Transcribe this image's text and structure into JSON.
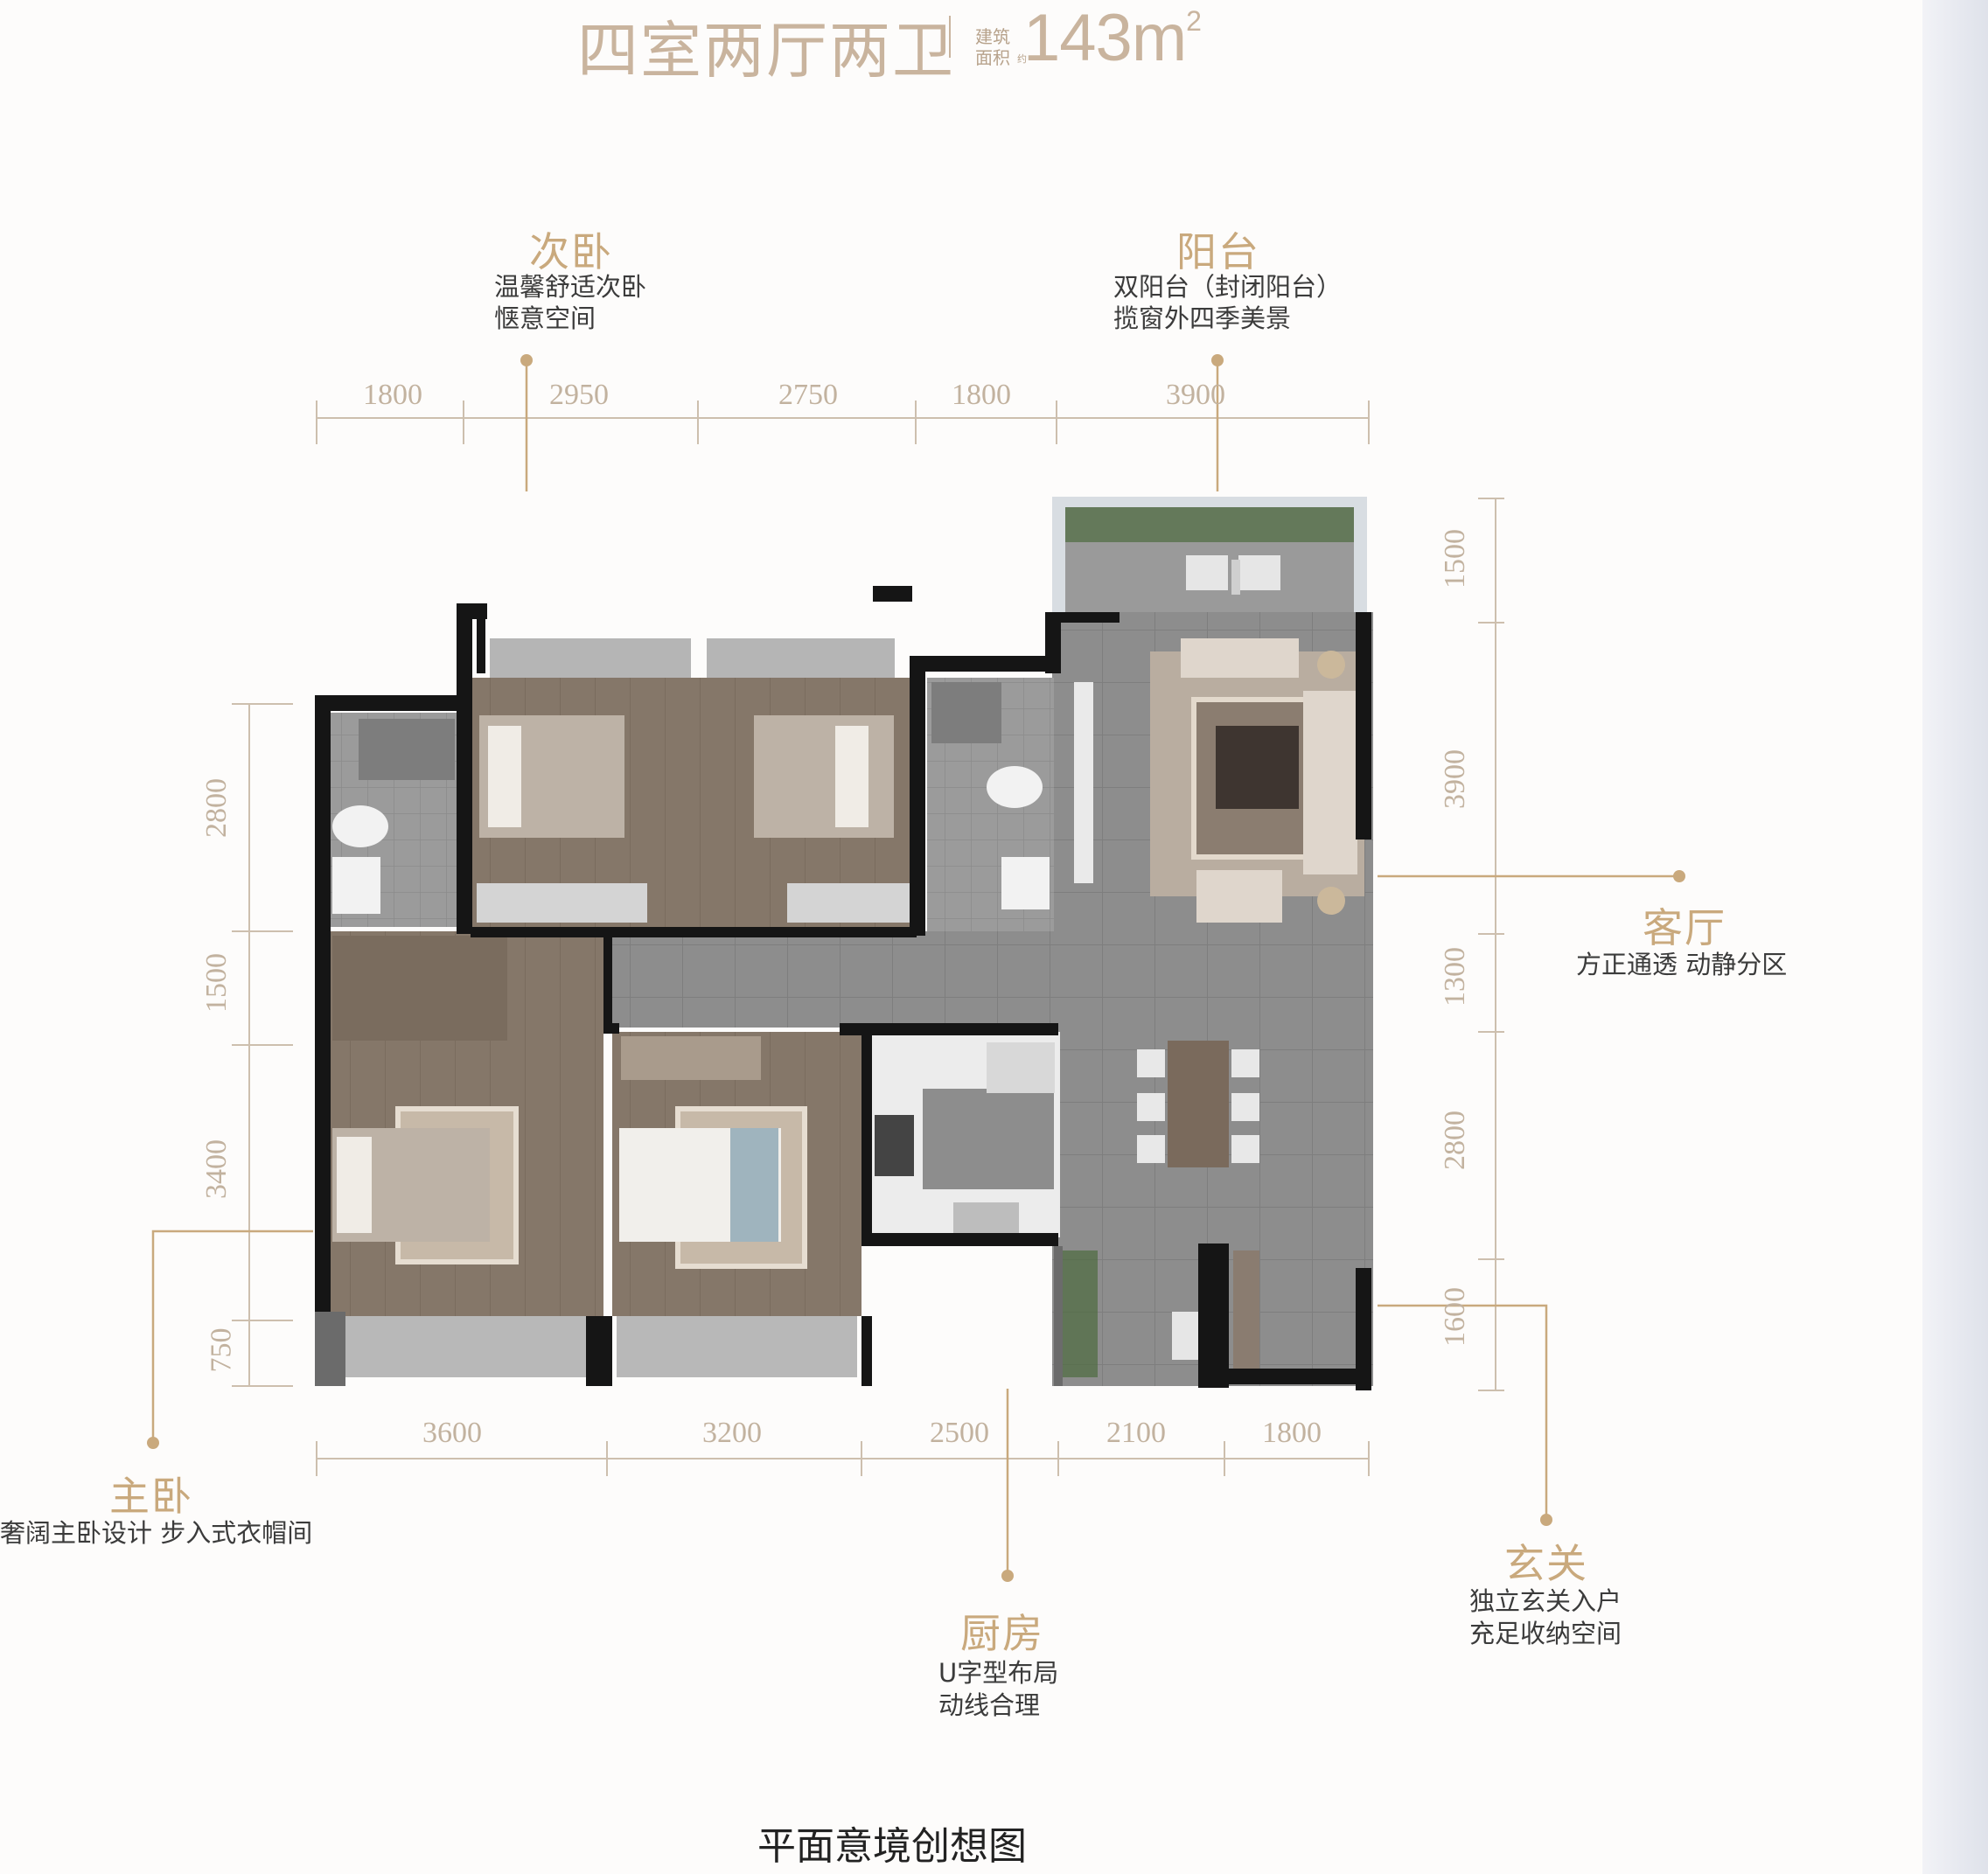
{
  "header": {
    "title": "四室两厅两卫",
    "area_label": "建筑面积",
    "area_approx": "约",
    "area_value": "143",
    "area_unit": "m",
    "area_power": "2"
  },
  "callouts": {
    "secondary_bedroom": {
      "title": "次卧",
      "line1": "温馨舒适次卧",
      "line2": "惬意空间"
    },
    "balcony": {
      "title": "阳台",
      "line1": "双阳台（封闭阳台）",
      "line2": "揽窗外四季美景"
    },
    "living_room": {
      "title": "客厅",
      "line1": "方正通透 动静分区"
    },
    "master_bedroom": {
      "title": "主卧",
      "line1": "奢阔主卧设计 步入式衣帽间"
    },
    "kitchen": {
      "title": "厨房",
      "line1": "U字型布局",
      "line2": "动线合理"
    },
    "foyer": {
      "title": "玄关",
      "line1": "独立玄关入户",
      "line2": "充足收纳空间"
    }
  },
  "dimensions": {
    "top": [
      "1800",
      "2950",
      "2750",
      "1800",
      "3900"
    ],
    "bottom": [
      "3600",
      "3200",
      "2500",
      "2100",
      "1800"
    ],
    "left": [
      "2800",
      "1500",
      "3400",
      "750"
    ],
    "right": [
      "1500",
      "3900",
      "1300",
      "2800",
      "1600"
    ]
  },
  "caption": "平面意境创想图",
  "colors": {
    "accent": "#c9a97d",
    "wall": "#151515",
    "floor_tile": "#8c8c8c",
    "wood": "#8a7c70"
  }
}
